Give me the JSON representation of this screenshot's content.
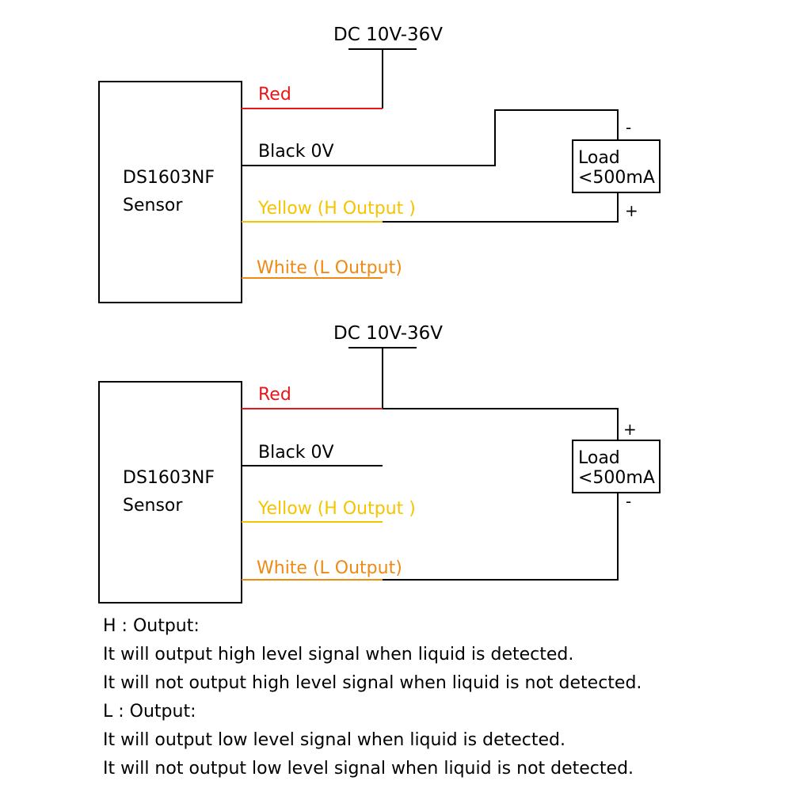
{
  "colors": {
    "line": "#000000",
    "red": "#e8161a",
    "yellow": "#f5c400",
    "white_wire": "#ee8a12",
    "background": "#ffffff"
  },
  "top_diagram": {
    "supply_label": "DC 10V-36V",
    "sensor_line1": "DS1603NF",
    "sensor_line2": "Sensor",
    "wire_red": "Red",
    "wire_black": "Black 0V",
    "wire_yellow": "Yellow (H Output )",
    "wire_white": "White (L Output)",
    "load_line1": "Load",
    "load_line2": "<500mA",
    "load_top_polarity": "-",
    "load_bottom_polarity": "+"
  },
  "bottom_diagram": {
    "supply_label": "DC 10V-36V",
    "sensor_line1": "DS1603NF",
    "sensor_line2": "Sensor",
    "wire_red": "Red",
    "wire_black": "Black 0V",
    "wire_yellow": "Yellow (H Output )",
    "wire_white": "White (L Output)",
    "load_line1": "Load",
    "load_line2": "<500mA",
    "load_top_polarity": "+",
    "load_bottom_polarity": "-"
  },
  "notes": {
    "h_title": "H : Output:",
    "h_line1": "It will output high level signal when liquid is detected.",
    "h_line2": "It will not output high level signal when liquid is not detected.",
    "l_title": "L : Output:",
    "l_line1": "It will output low level signal when liquid is detected.",
    "l_line2": "It will not output low level signal when liquid is not detected."
  }
}
